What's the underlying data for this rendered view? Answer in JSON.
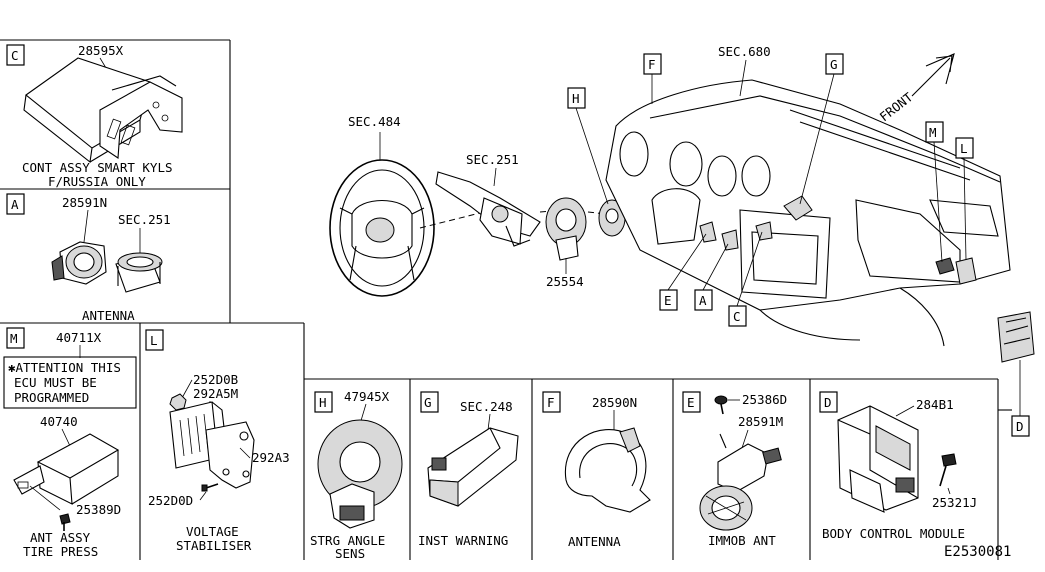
{
  "panels": {
    "C": {
      "letter": "C",
      "part": "28595X",
      "caption_1": "CONT ASSY SMART KYLS",
      "caption_2": "F/RUSSIA ONLY"
    },
    "A": {
      "letter": "A",
      "part": "28591N",
      "ref": "SEC.251",
      "caption": "ANTENNA"
    },
    "M": {
      "letter": "M",
      "part_top": "40711X",
      "notice_1": "✱ATTENTION THIS",
      "notice_2": "ECU MUST BE",
      "notice_3": "PROGRAMMED",
      "part_mid": "40740",
      "part_bolt": "25389D",
      "caption_1": "ANT ASSY",
      "caption_2": "TIRE PRESS"
    },
    "L": {
      "letter": "L",
      "part_1": "252D0B",
      "part_2": "292A5M",
      "part_3": "292A3",
      "part_4": "252D0D",
      "caption_1": "VOLTAGE",
      "caption_2": "STABILISER"
    },
    "H": {
      "letter": "H",
      "part": "47945X",
      "caption_1": "STRG ANGLE",
      "caption_2": "SENS"
    },
    "G": {
      "letter": "G",
      "ref": "SEC.248",
      "caption": "INST WARNING"
    },
    "F": {
      "letter": "F",
      "part": "28590N",
      "caption": "ANTENNA"
    },
    "E": {
      "letter": "E",
      "part_1": "25386D",
      "part_2": "28591M",
      "caption": "IMMOB ANT"
    },
    "D": {
      "letter": "D",
      "part_1": "284B1",
      "part_2": "25321J",
      "caption": "BODY CONTROL MODULE"
    }
  },
  "main": {
    "sec_484": "SEC.484",
    "sec_251": "SEC.251",
    "sec_680": "SEC.680",
    "part_25554": "25554",
    "front": "FRONT",
    "callouts": [
      "F",
      "G",
      "H",
      "M",
      "L",
      "E",
      "A",
      "C",
      "D"
    ]
  },
  "diagram_code": "E2530081"
}
